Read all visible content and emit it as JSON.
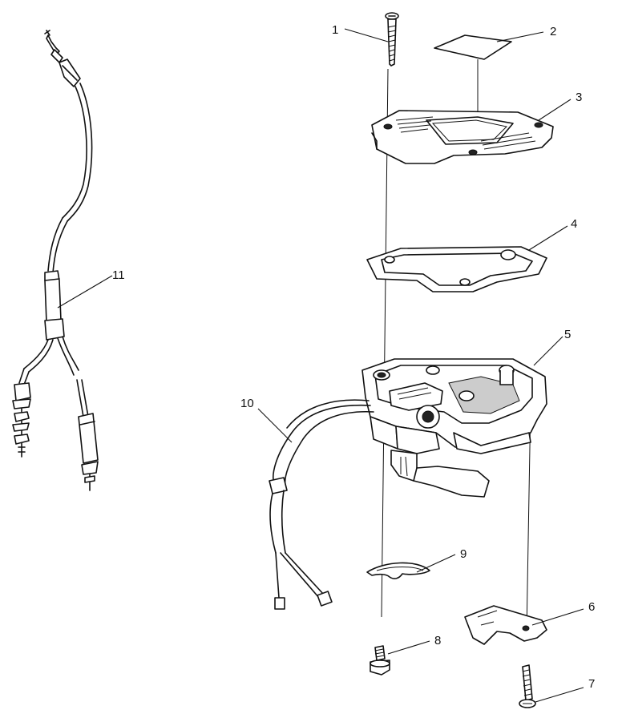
{
  "callouts": [
    {
      "id": "1",
      "label": "1",
      "part": "screw"
    },
    {
      "id": "2",
      "label": "2",
      "part": "decal"
    },
    {
      "id": "3",
      "label": "3",
      "part": "cover-plate"
    },
    {
      "id": "4",
      "label": "4",
      "part": "gasket"
    },
    {
      "id": "5",
      "label": "5",
      "part": "throttle-housing"
    },
    {
      "id": "6",
      "label": "6",
      "part": "clamp"
    },
    {
      "id": "7",
      "label": "7",
      "part": "screw"
    },
    {
      "id": "8",
      "label": "8",
      "part": "screw"
    },
    {
      "id": "9",
      "label": "9",
      "part": "retainer-clip"
    },
    {
      "id": "10",
      "label": "10",
      "part": "wire-harness"
    },
    {
      "id": "11",
      "label": "11",
      "part": "throttle-cable"
    }
  ]
}
